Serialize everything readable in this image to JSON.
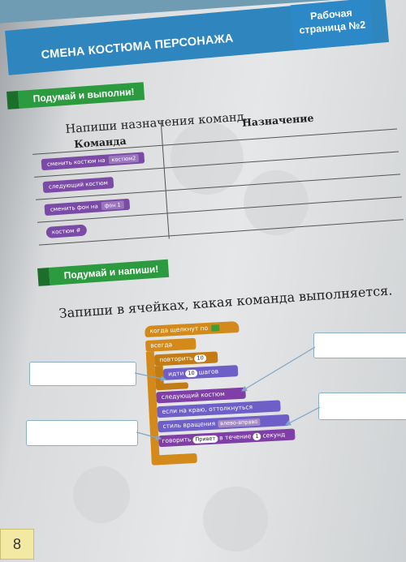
{
  "worksheet": {
    "line1": "Рабочая",
    "line2": "страница №2"
  },
  "header": {
    "title": "СМЕНА КОСТЮМА ПЕРСОНАЖА"
  },
  "section1": {
    "tag": "Подумай и выполни!",
    "task": "Напиши назначения команд.",
    "col_command": "Команда",
    "col_purpose": "Назначение",
    "commands": [
      {
        "text": "сменить костюм на",
        "slot": "костюм2"
      },
      {
        "text": "следующий костюм",
        "slot": ""
      },
      {
        "text": "сменить фон на",
        "slot": "фон 1"
      },
      {
        "text": "костюм #",
        "slot": ""
      }
    ]
  },
  "section2": {
    "tag": "Подумай и напиши!",
    "task": "Запиши в ячейках, какая команда выполняется.",
    "script": {
      "hat": "когда щелкнут по",
      "forever": "всегда",
      "repeat": "повторить",
      "repeat_n": "10",
      "move": "идти",
      "move_n": "10",
      "move_unit": "шагов",
      "next_costume": "следующий костюм",
      "bounce": "если на краю, оттолкнуться",
      "rotation": "стиль вращения",
      "rotation_val": "влево-вправо",
      "say": "говорить",
      "say_text": "Привет",
      "say_for": "в течение",
      "say_n": "1",
      "say_unit": "секунд"
    }
  },
  "footer": {
    "page_number": "8"
  },
  "colors": {
    "blue": "#2f86bf",
    "green": "#2c9a3e",
    "control": "#d38a1a",
    "looks": "#7f3fa6",
    "motion": "#6e5ec8"
  }
}
